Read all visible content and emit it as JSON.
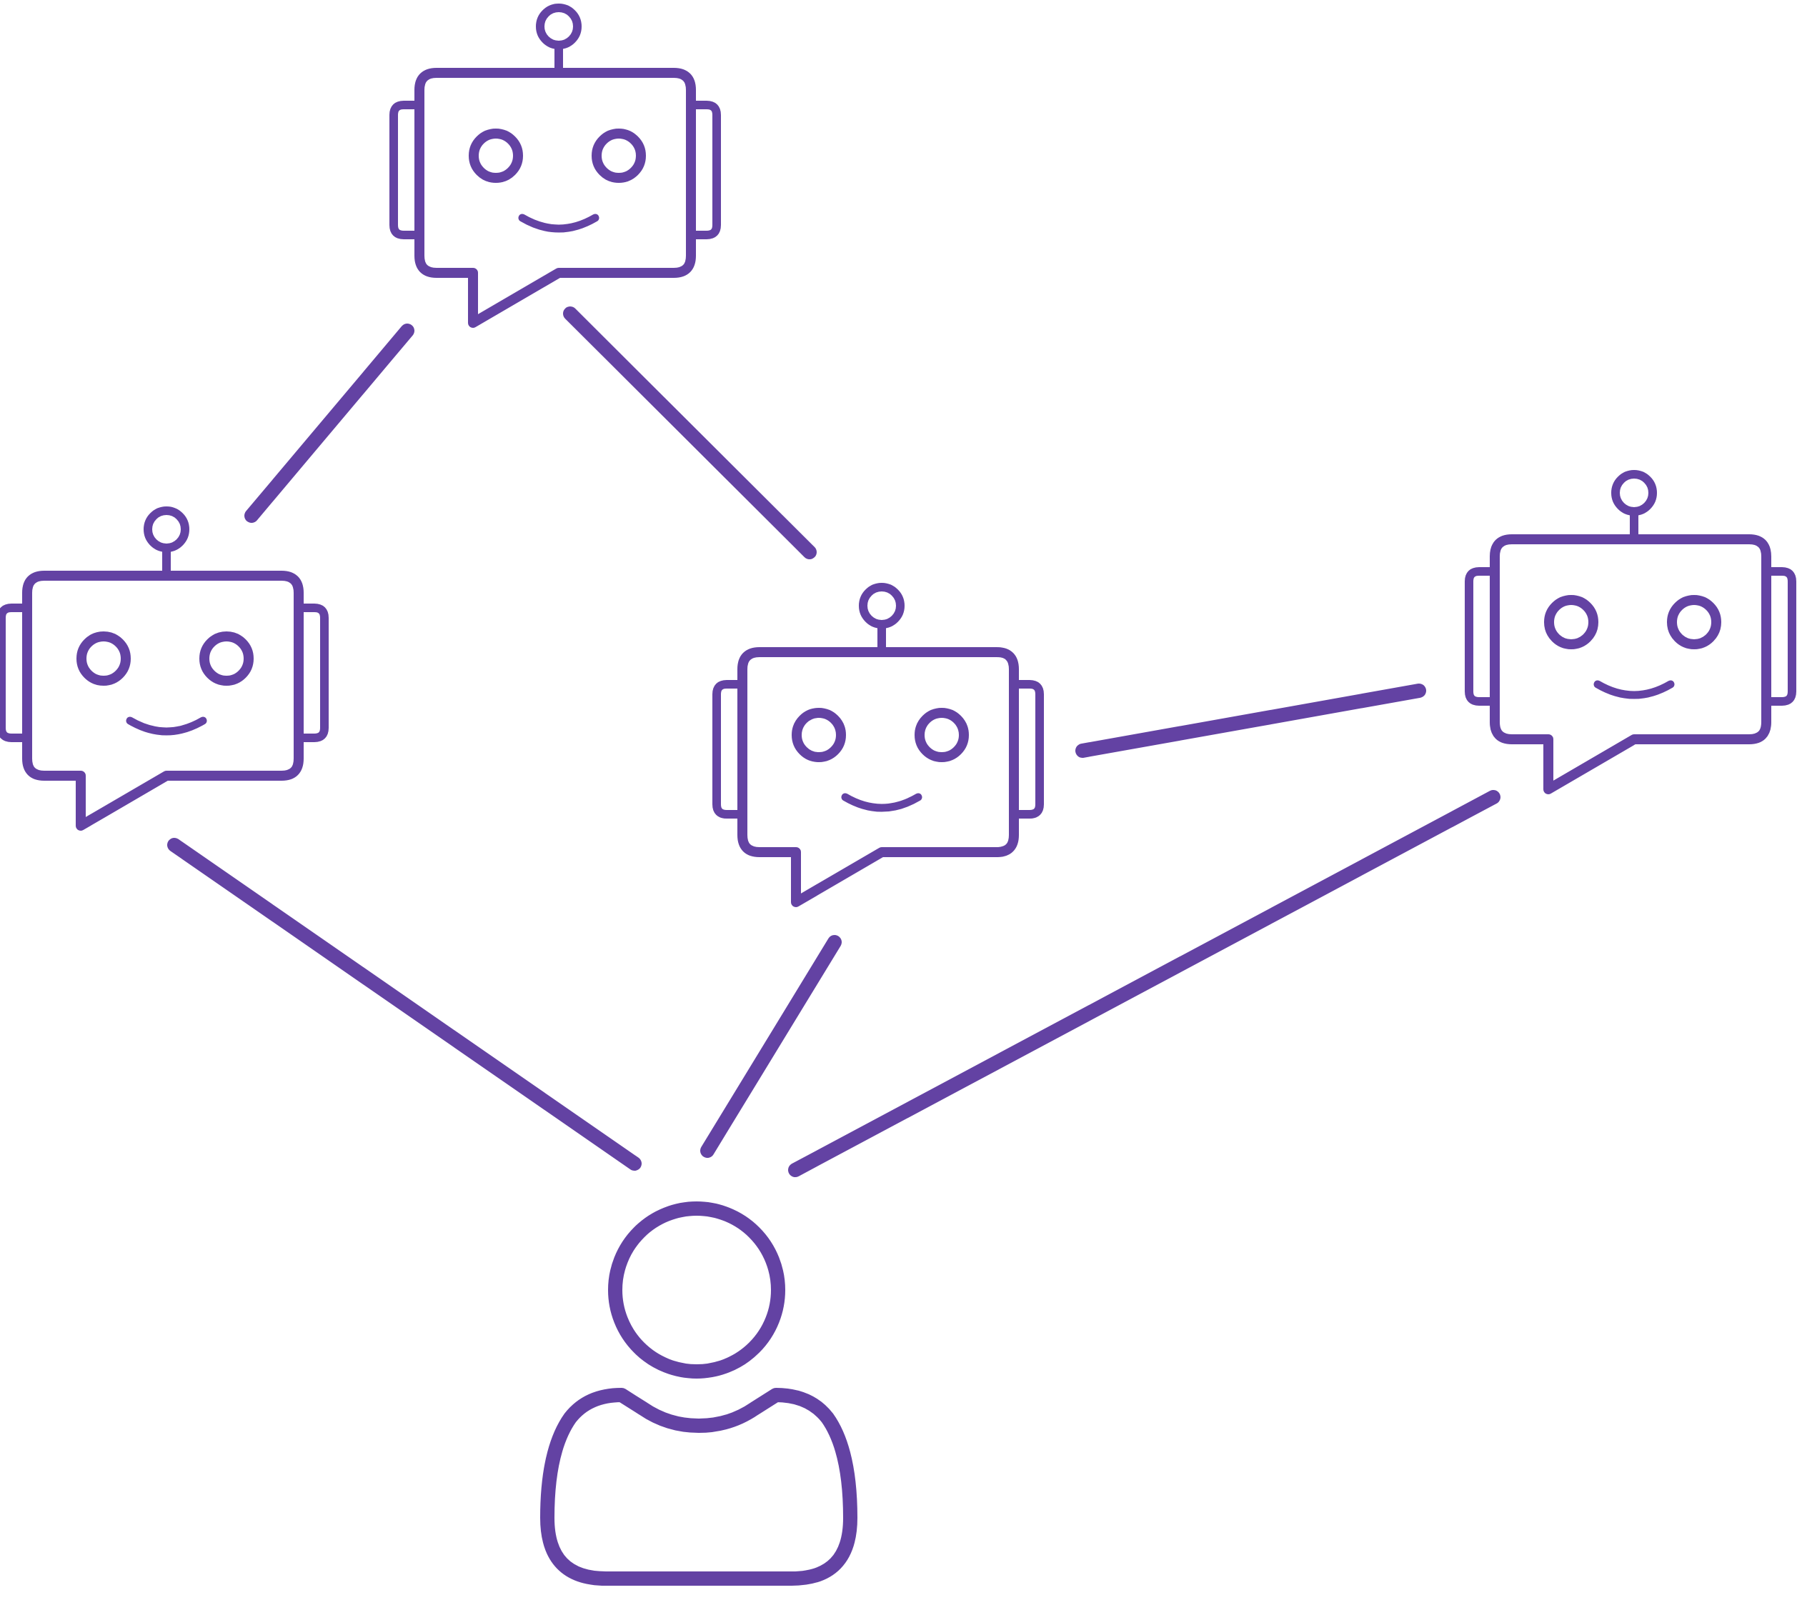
{
  "colors": {
    "accent": "#6342A3",
    "background": "#ffffff"
  },
  "nodes": [
    {
      "id": "bot-top",
      "icon": "robot-chat-icon"
    },
    {
      "id": "bot-left",
      "icon": "robot-chat-icon"
    },
    {
      "id": "bot-center",
      "icon": "robot-chat-icon"
    },
    {
      "id": "bot-right",
      "icon": "robot-chat-icon"
    },
    {
      "id": "user",
      "icon": "user-icon"
    }
  ],
  "edges": [
    {
      "from": "bot-top",
      "to": "bot-left"
    },
    {
      "from": "bot-top",
      "to": "bot-center"
    },
    {
      "from": "bot-center",
      "to": "bot-right"
    },
    {
      "from": "bot-left",
      "to": "user"
    },
    {
      "from": "bot-center",
      "to": "user"
    },
    {
      "from": "bot-right",
      "to": "user"
    }
  ]
}
